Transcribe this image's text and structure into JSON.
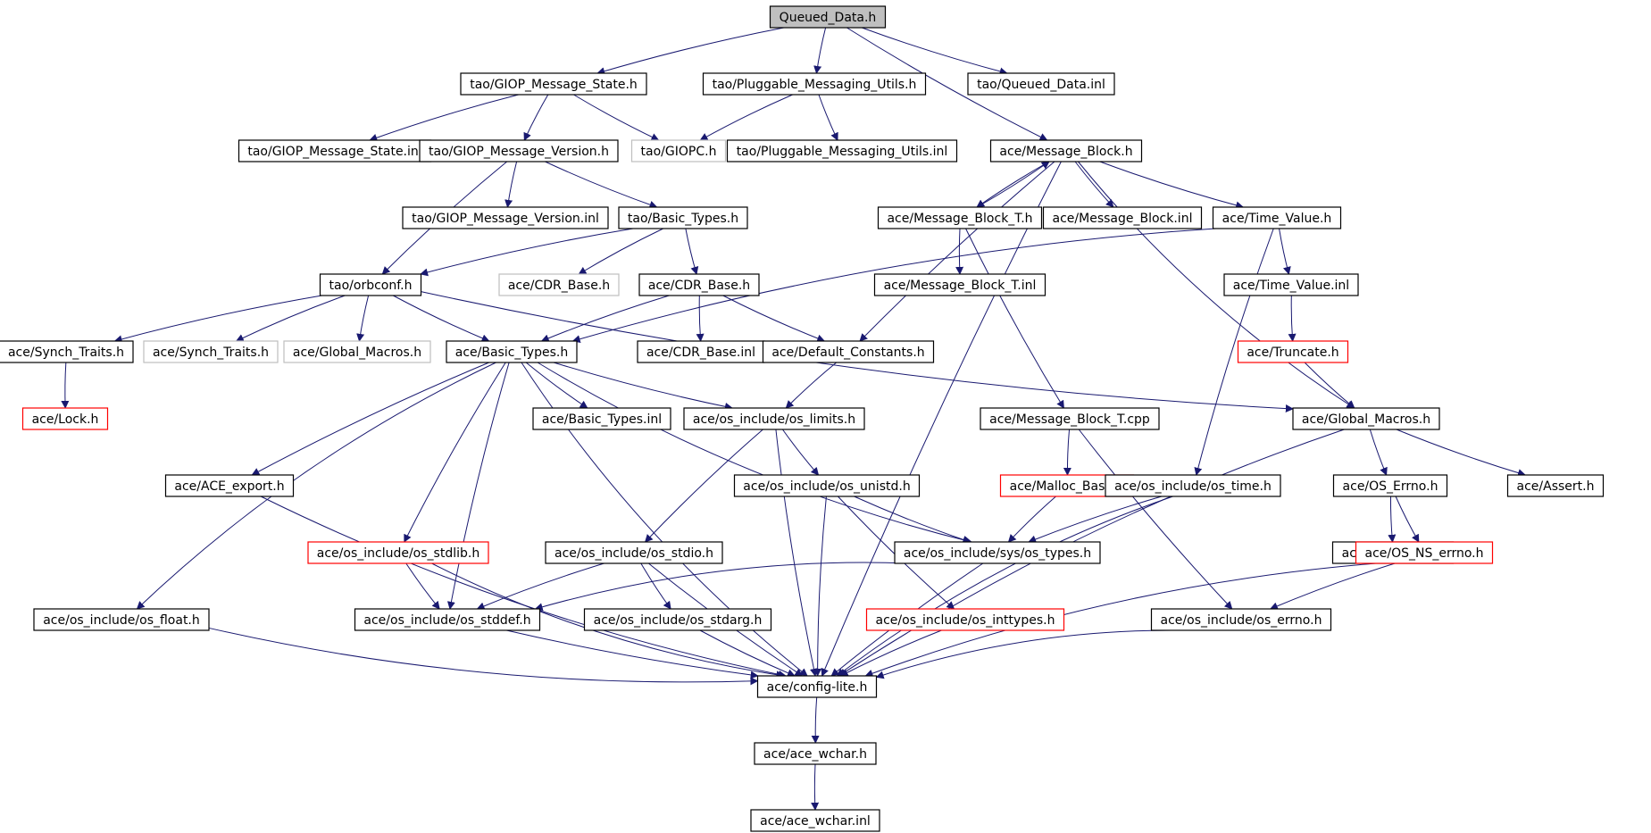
{
  "graph": {
    "edge_color": "#191970",
    "nodes": [
      {
        "id": "root",
        "label": "Queued_Data.h",
        "style": "root"
      },
      {
        "id": "gms",
        "label": "tao/GIOP_Message_State.h",
        "style": "normal"
      },
      {
        "id": "pmu",
        "label": "tao/Pluggable_Messaging_Utils.h",
        "style": "normal"
      },
      {
        "id": "qdi",
        "label": "tao/Queued_Data.inl",
        "style": "normal"
      },
      {
        "id": "gmsi",
        "label": "tao/GIOP_Message_State.inl",
        "style": "normal"
      },
      {
        "id": "gmv",
        "label": "tao/GIOP_Message_Version.h",
        "style": "normal"
      },
      {
        "id": "giopc",
        "label": "tao/GIOPC.h",
        "style": "gray"
      },
      {
        "id": "pmui",
        "label": "tao/Pluggable_Messaging_Utils.inl",
        "style": "normal"
      },
      {
        "id": "mb",
        "label": "ace/Message_Block.h",
        "style": "normal"
      },
      {
        "id": "gmvi",
        "label": "tao/GIOP_Message_Version.inl",
        "style": "normal"
      },
      {
        "id": "tbt",
        "label": "tao/Basic_Types.h",
        "style": "normal"
      },
      {
        "id": "mbt",
        "label": "ace/Message_Block_T.h",
        "style": "normal"
      },
      {
        "id": "mbi",
        "label": "ace/Message_Block.inl",
        "style": "normal"
      },
      {
        "id": "tv",
        "label": "ace/Time_Value.h",
        "style": "normal"
      },
      {
        "id": "orbconf",
        "label": "tao/orbconf.h",
        "style": "normal"
      },
      {
        "id": "cdrg",
        "label": "ace/CDR_Base.h",
        "style": "gray"
      },
      {
        "id": "cdr",
        "label": "ace/CDR_Base.h",
        "style": "normal"
      },
      {
        "id": "mbti",
        "label": "ace/Message_Block_T.inl",
        "style": "normal"
      },
      {
        "id": "tvi",
        "label": "ace/Time_Value.inl",
        "style": "normal"
      },
      {
        "id": "st",
        "label": "ace/Synch_Traits.h",
        "style": "normal"
      },
      {
        "id": "stg",
        "label": "ace/Synch_Traits.h",
        "style": "gray"
      },
      {
        "id": "gmg",
        "label": "ace/Global_Macros.h",
        "style": "gray"
      },
      {
        "id": "abt",
        "label": "ace/Basic_Types.h",
        "style": "normal"
      },
      {
        "id": "cdri",
        "label": "ace/CDR_Base.inl",
        "style": "normal"
      },
      {
        "id": "dc",
        "label": "ace/Default_Constants.h",
        "style": "normal"
      },
      {
        "id": "trunc",
        "label": "ace/Truncate.h",
        "style": "red"
      },
      {
        "id": "lock",
        "label": "ace/Lock.h",
        "style": "red"
      },
      {
        "id": "bti",
        "label": "ace/Basic_Types.inl",
        "style": "normal"
      },
      {
        "id": "oslim",
        "label": "ace/os_include/os_limits.h",
        "style": "normal"
      },
      {
        "id": "mbtcpp",
        "label": "ace/Message_Block_T.cpp",
        "style": "normal"
      },
      {
        "id": "gm",
        "label": "ace/Global_Macros.h",
        "style": "normal"
      },
      {
        "id": "acee",
        "label": "ace/ACE_export.h",
        "style": "normal"
      },
      {
        "id": "osun",
        "label": "ace/os_include/os_unistd.h",
        "style": "normal"
      },
      {
        "id": "mab",
        "label": "ace/Malloc_Base.h",
        "style": "red"
      },
      {
        "id": "ostime",
        "label": "ace/os_include/os_time.h",
        "style": "normal"
      },
      {
        "id": "oserr",
        "label": "ace/OS_Errno.h",
        "style": "normal"
      },
      {
        "id": "assert",
        "label": "ace/Assert.h",
        "style": "normal"
      },
      {
        "id": "osstdlib",
        "label": "ace/os_include/os_stdlib.h",
        "style": "red"
      },
      {
        "id": "osstdio",
        "label": "ace/os_include/os_stdio.h",
        "style": "normal"
      },
      {
        "id": "ostypes",
        "label": "ace/os_include/sys/os_types.h",
        "style": "normal"
      },
      {
        "id": "oserri",
        "label": "ace/OS_Errno.inl",
        "style": "normal"
      },
      {
        "id": "osnserr",
        "label": "ace/OS_NS_errno.h",
        "style": "red"
      },
      {
        "id": "osfloat",
        "label": "ace/os_include/os_float.h",
        "style": "normal"
      },
      {
        "id": "osstddef",
        "label": "ace/os_include/os_stddef.h",
        "style": "normal"
      },
      {
        "id": "osstdarg",
        "label": "ace/os_include/os_stdarg.h",
        "style": "normal"
      },
      {
        "id": "osint",
        "label": "ace/os_include/os_inttypes.h",
        "style": "red"
      },
      {
        "id": "oserrno",
        "label": "ace/os_include/os_errno.h",
        "style": "normal"
      },
      {
        "id": "cfg",
        "label": "ace/config-lite.h",
        "style": "normal"
      },
      {
        "id": "wchar",
        "label": "ace/ace_wchar.h",
        "style": "normal"
      },
      {
        "id": "wchari",
        "label": "ace/ace_wchar.inl",
        "style": "normal"
      }
    ],
    "edges": [
      [
        "root",
        "gms"
      ],
      [
        "root",
        "pmu"
      ],
      [
        "root",
        "qdi"
      ],
      [
        "root",
        "mb"
      ],
      [
        "gms",
        "gmsi"
      ],
      [
        "gms",
        "gmv"
      ],
      [
        "gms",
        "giopc"
      ],
      [
        "pmu",
        "giopc"
      ],
      [
        "pmu",
        "pmui"
      ],
      [
        "gmv",
        "gmvi"
      ],
      [
        "gmv",
        "tbt"
      ],
      [
        "gmv",
        "orbconf"
      ],
      [
        "tbt",
        "orbconf"
      ],
      [
        "tbt",
        "cdrg"
      ],
      [
        "tbt",
        "cdr"
      ],
      [
        "mb",
        "mbt"
      ],
      [
        "mb",
        "mbi"
      ],
      [
        "mb",
        "tv"
      ],
      [
        "mb",
        "gm"
      ],
      [
        "mb",
        "dc"
      ],
      [
        "mb",
        "cfg"
      ],
      [
        "mbt",
        "mb"
      ],
      [
        "mbt",
        "mbti"
      ],
      [
        "mbt",
        "mbtcpp"
      ],
      [
        "tv",
        "tvi"
      ],
      [
        "tv",
        "abt"
      ],
      [
        "tv",
        "ostime"
      ],
      [
        "tvi",
        "trunc"
      ],
      [
        "trunc",
        "gm"
      ],
      [
        "orbconf",
        "st"
      ],
      [
        "orbconf",
        "stg"
      ],
      [
        "orbconf",
        "gmg"
      ],
      [
        "orbconf",
        "abt"
      ],
      [
        "orbconf",
        "gm"
      ],
      [
        "cdr",
        "abt"
      ],
      [
        "cdr",
        "cdri"
      ],
      [
        "cdr",
        "dc"
      ],
      [
        "st",
        "lock"
      ],
      [
        "abt",
        "bti"
      ],
      [
        "abt",
        "oslim"
      ],
      [
        "abt",
        "acee"
      ],
      [
        "abt",
        "osstdlib"
      ],
      [
        "abt",
        "osfloat"
      ],
      [
        "abt",
        "osstddef"
      ],
      [
        "abt",
        "cfg"
      ],
      [
        "abt",
        "ostypes"
      ],
      [
        "dc",
        "oslim"
      ],
      [
        "oslim",
        "osun"
      ],
      [
        "oslim",
        "osstdio"
      ],
      [
        "oslim",
        "cfg"
      ],
      [
        "mbtcpp",
        "mab"
      ],
      [
        "mbtcpp",
        "oserrno"
      ],
      [
        "gm",
        "oserr"
      ],
      [
        "gm",
        "assert"
      ],
      [
        "gm",
        "cfg"
      ],
      [
        "acee",
        "cfg"
      ],
      [
        "osun",
        "ostypes"
      ],
      [
        "osun",
        "osint"
      ],
      [
        "osun",
        "cfg"
      ],
      [
        "mab",
        "ostypes"
      ],
      [
        "ostime",
        "ostypes"
      ],
      [
        "ostime",
        "cfg"
      ],
      [
        "oserr",
        "oserri"
      ],
      [
        "oserr",
        "osnserr"
      ],
      [
        "osstdlib",
        "osstddef"
      ],
      [
        "osstdlib",
        "cfg"
      ],
      [
        "osstdio",
        "osstddef"
      ],
      [
        "osstdio",
        "osstdarg"
      ],
      [
        "osstdio",
        "cfg"
      ],
      [
        "ostypes",
        "osstddef"
      ],
      [
        "ostypes",
        "cfg"
      ],
      [
        "osnserr",
        "oserrno"
      ],
      [
        "osnserr",
        "cfg"
      ],
      [
        "osfloat",
        "cfg"
      ],
      [
        "osstddef",
        "cfg"
      ],
      [
        "osstdarg",
        "cfg"
      ],
      [
        "osint",
        "cfg"
      ],
      [
        "oserrno",
        "cfg"
      ],
      [
        "cfg",
        "wchar"
      ],
      [
        "wchar",
        "wchari"
      ]
    ]
  }
}
